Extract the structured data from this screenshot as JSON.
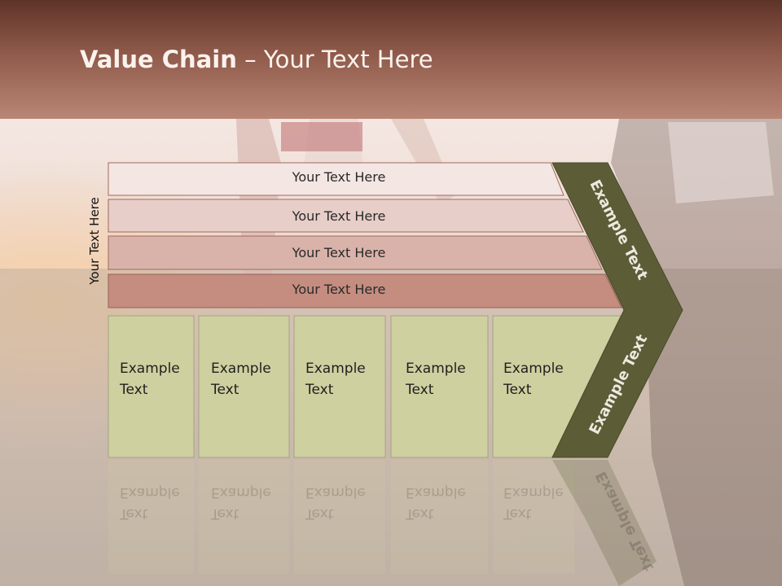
{
  "slide": {
    "title_bold": "Value Chain",
    "title_rest": " – Your Text Here",
    "side_label": "Your Text Here"
  },
  "bands": [
    "Your Text Here",
    "Your Text Here",
    "Your Text Here",
    "Your Text Here"
  ],
  "columns": [
    {
      "line1": "Example",
      "line2": "Text"
    },
    {
      "line1": "Example",
      "line2": "Text"
    },
    {
      "line1": "Example",
      "line2": "Text"
    },
    {
      "line1": "Example",
      "line2": "Text"
    },
    {
      "line1": "Example",
      "line2": "Text"
    }
  ],
  "chevron": {
    "upper_label": "Example Text",
    "lower_label": "Example Text",
    "color": "#5c5c36"
  },
  "colors": {
    "column_fill": "#cfd0a0",
    "band_1": "#f3e6e3",
    "band_2": "#e7cec8",
    "band_3": "#d9b3aa",
    "band_4": "#c48d80"
  }
}
